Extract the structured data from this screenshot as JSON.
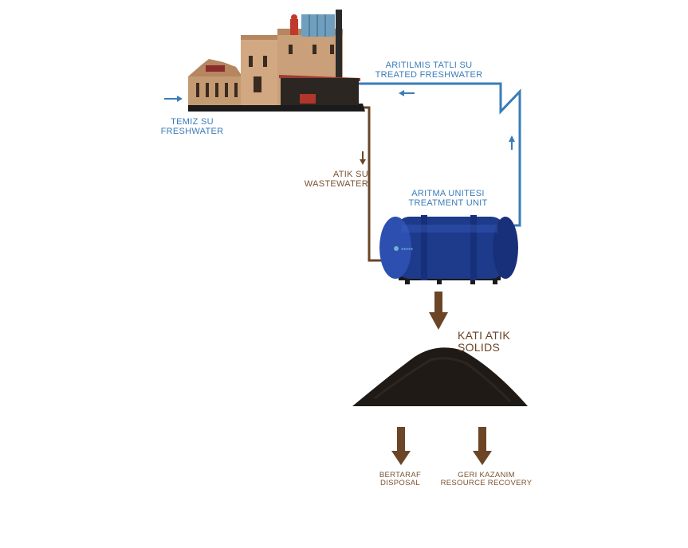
{
  "labels": {
    "freshwater_tr": "TEMIZ SU",
    "freshwater_en": "FRESHWATER",
    "treated_tr": "ARITILMIS TATLI SU",
    "treated_en": "TREATED FRESHWATER",
    "wastewater_tr": "ATIK SU",
    "wastewater_en": "WASTEWATER",
    "unit_tr": "ARITMA UNITESI",
    "unit_en": "TREATMENT UNIT",
    "solids_tr": "KATI ATIK",
    "solids_en": "SOLIDS",
    "disposal_tr": "BERTARAF",
    "disposal_en": "DISPOSAL",
    "recovery_tr": "GERI KAZANIM",
    "recovery_en": "RESOURCE RECOVERY"
  },
  "colors": {
    "freshwater_pipe": "#3a7cb8",
    "wastewater_pipe": "#6b4526",
    "tank": "#1e3a8a",
    "solids": "#1f1a16"
  }
}
